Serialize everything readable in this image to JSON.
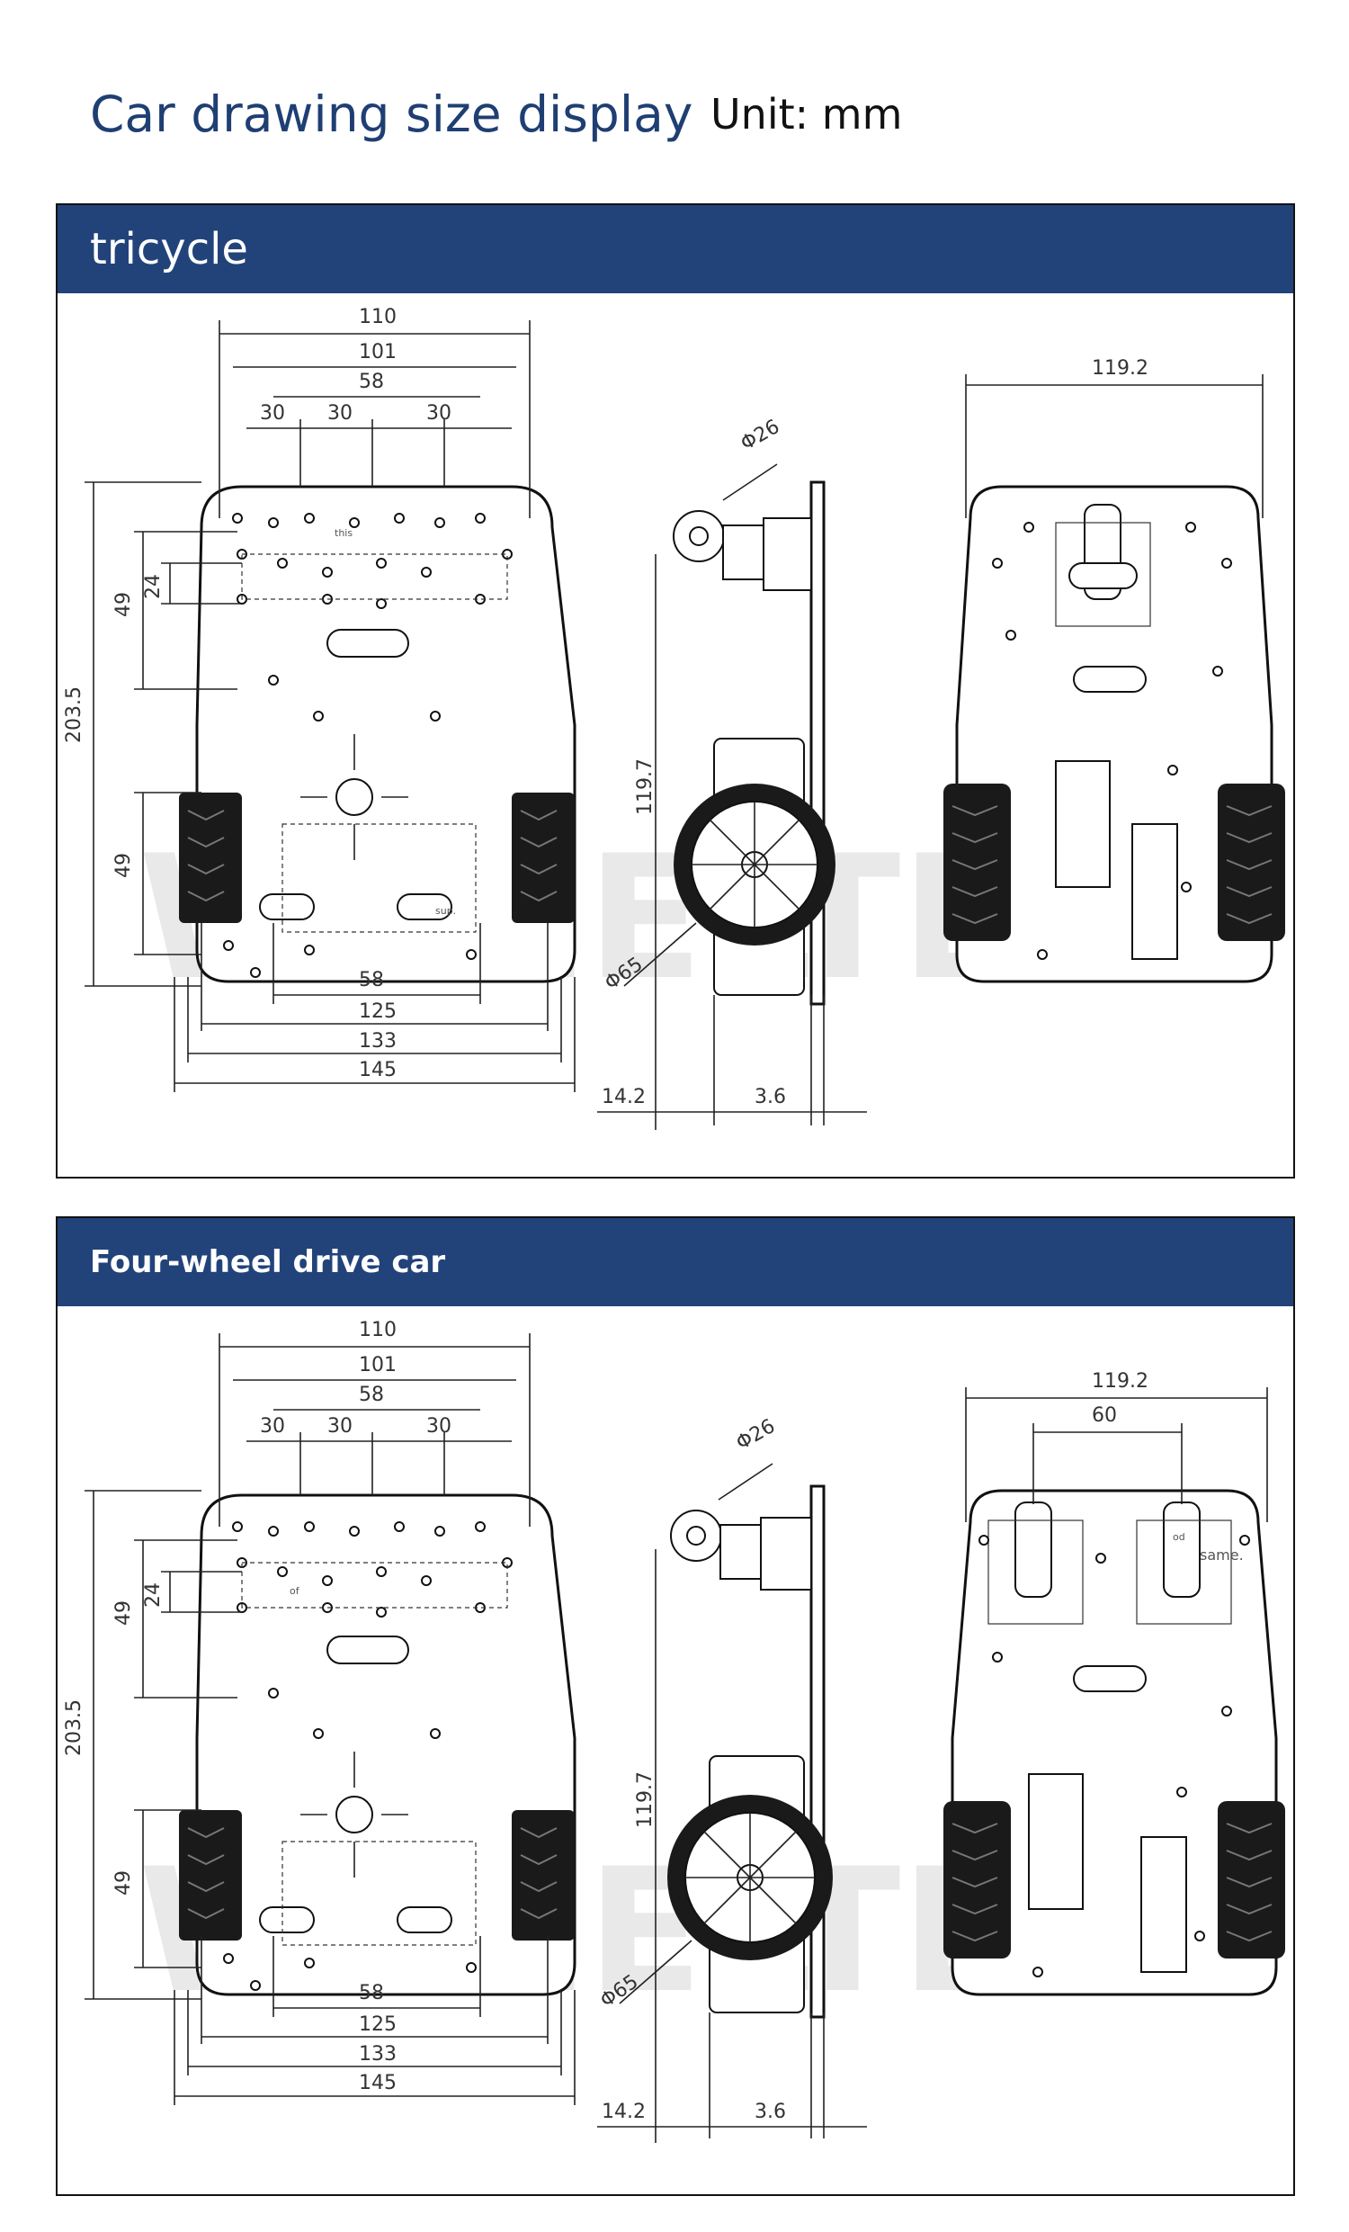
{
  "header": {
    "title": "Car drawing size display",
    "unit": "Unit: mm"
  },
  "panels": [
    {
      "title": "tricycle",
      "top_view": {
        "width_dims": [
          "110",
          "101",
          "58",
          "30",
          "30",
          "30"
        ],
        "height_dims": [
          "203.5",
          "49",
          "24",
          "49"
        ],
        "bottom_dims": [
          "58",
          "125",
          "133",
          "145"
        ],
        "tiny_labels": [
          "this",
          "sup."
        ]
      },
      "side_view": {
        "dims": [
          "Φ26",
          "119.7",
          "Φ65",
          "14.2",
          "3.6"
        ]
      },
      "under_view": {
        "dims": [
          "119.2"
        ]
      }
    },
    {
      "title": "Four-wheel drive car",
      "top_view": {
        "width_dims": [
          "110",
          "101",
          "58",
          "30",
          "30",
          "30"
        ],
        "height_dims": [
          "203.5",
          "49",
          "24",
          "49"
        ],
        "bottom_dims": [
          "58",
          "125",
          "133",
          "145"
        ],
        "tiny_labels": [
          "of"
        ]
      },
      "side_view": {
        "dims": [
          "Φ26",
          "119.7",
          "Φ65",
          "14.2",
          "3.6"
        ]
      },
      "under_view": {
        "dims": [
          "119.2",
          "60"
        ],
        "tiny_labels": [
          "od",
          "same."
        ]
      }
    }
  ],
  "watermark": "WHEELTEC"
}
